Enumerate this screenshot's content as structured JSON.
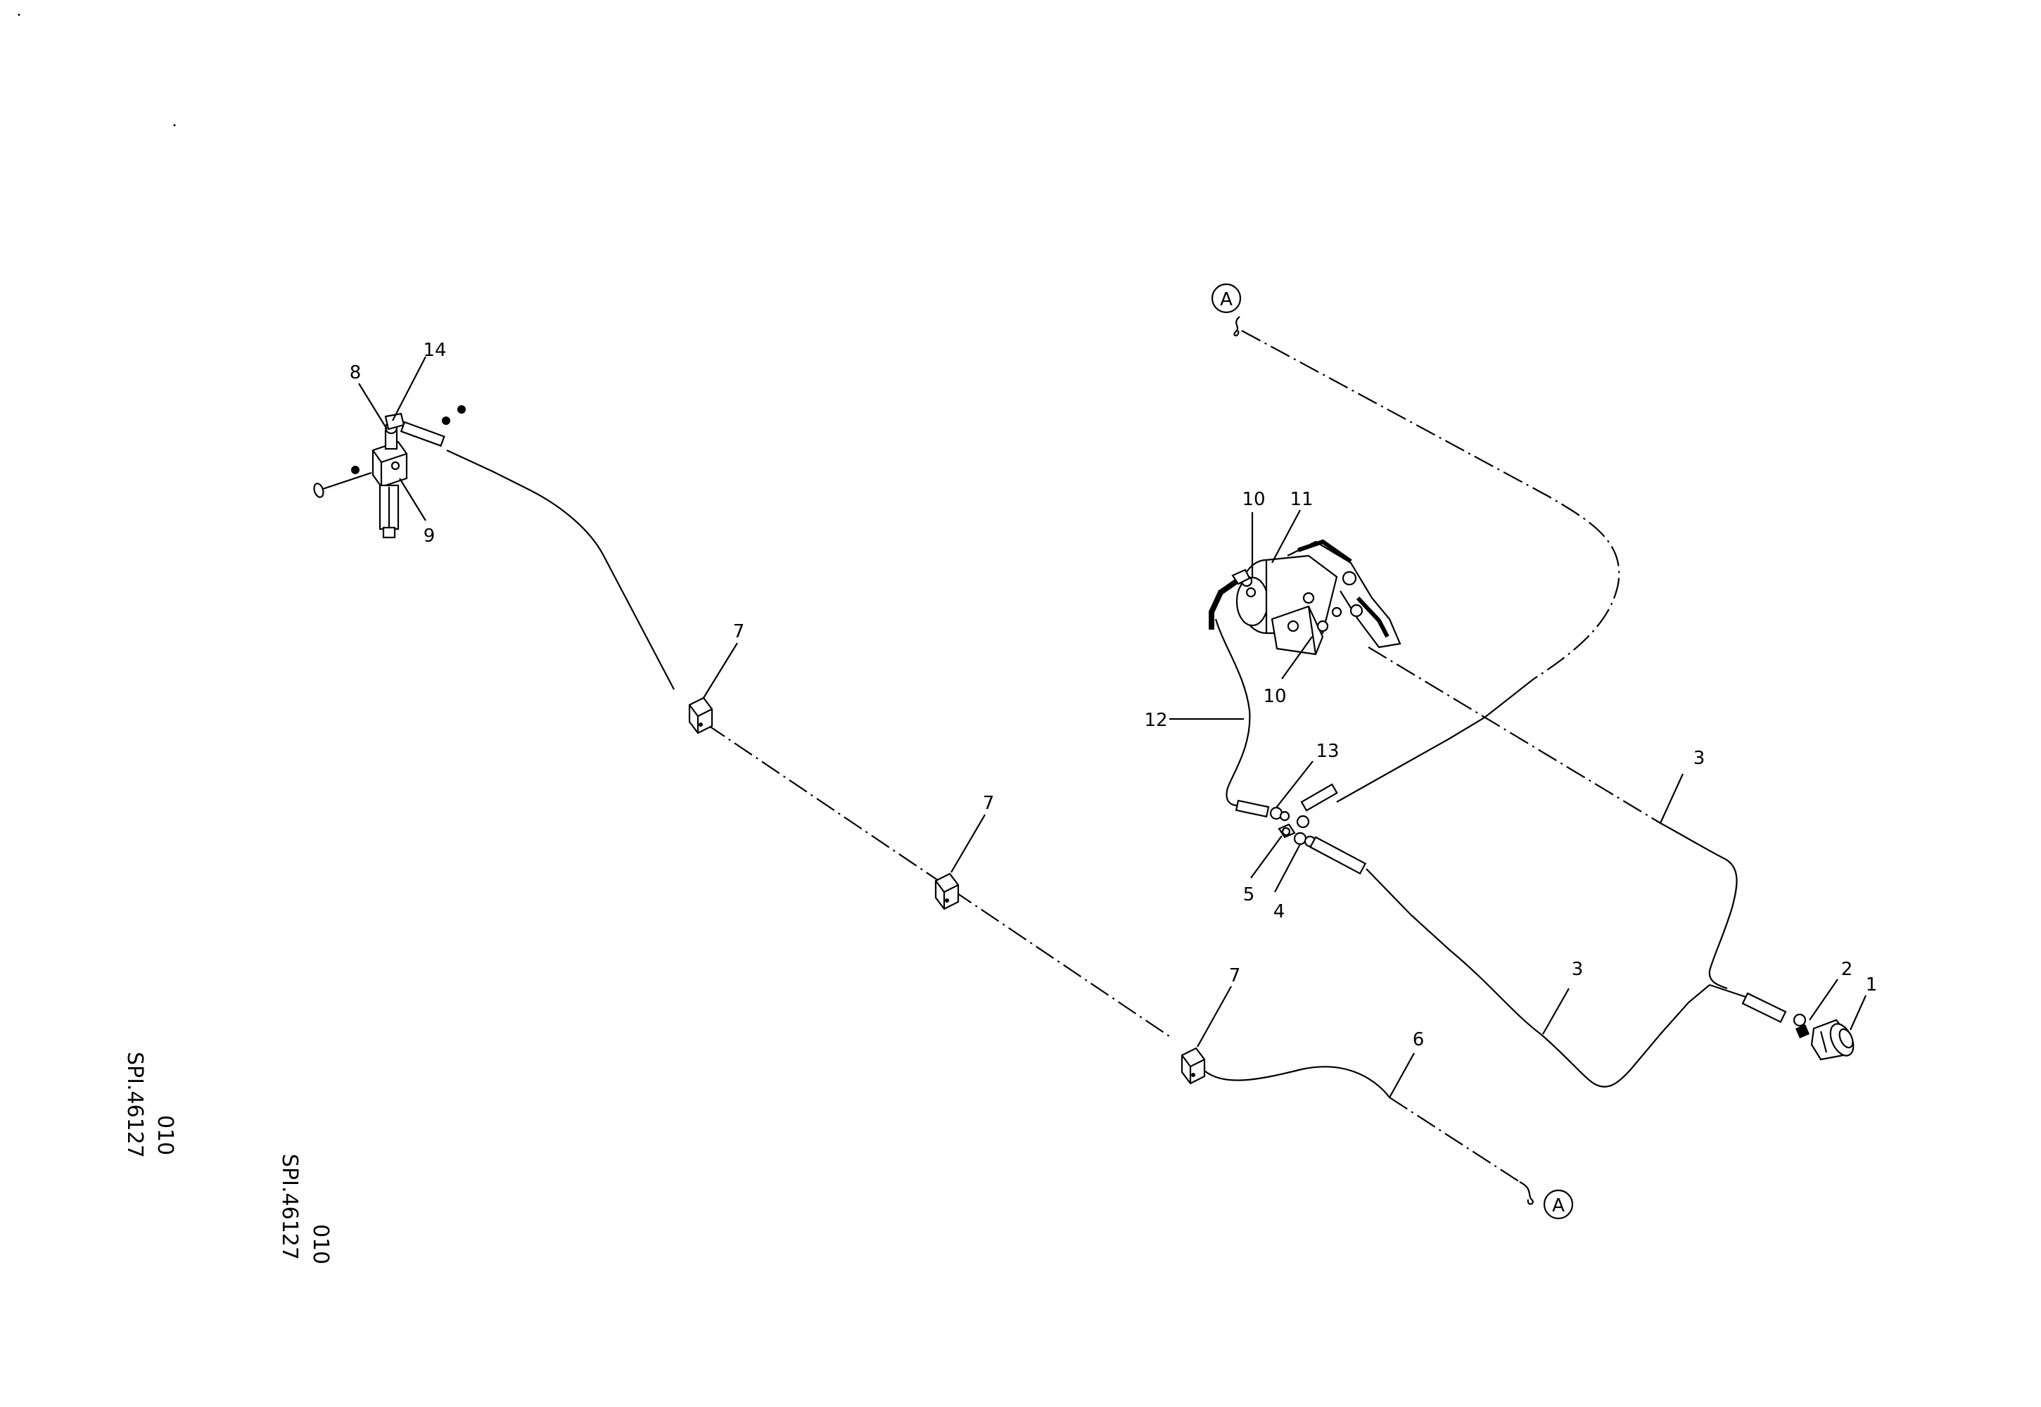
{
  "callouts": {
    "c1": "1",
    "c2": "2",
    "c3a": "3",
    "c3b": "3",
    "c4": "4",
    "c5": "5",
    "c6": "6",
    "c7a": "7",
    "c7b": "7",
    "c7c": "7",
    "c8": "8",
    "c9": "9",
    "c10a": "10",
    "c10b": "10",
    "c11": "11",
    "c12": "12",
    "c13": "13",
    "c14": "14"
  },
  "connectors": {
    "top": "A",
    "bottom": "A"
  },
  "side_text": {
    "a_code": "010",
    "a_ref": "SPI.46127",
    "b_code": "010",
    "b_ref": "SPI.46127"
  }
}
